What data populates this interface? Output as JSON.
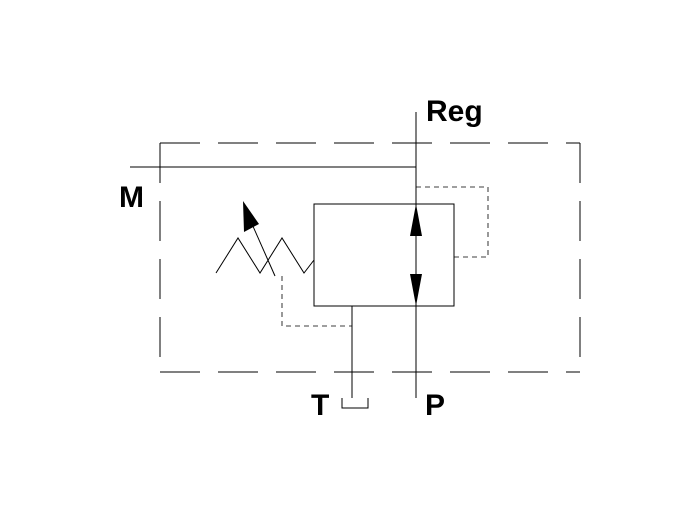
{
  "ports": {
    "reg": "Reg",
    "m": "M",
    "t": "T",
    "p": "P"
  },
  "colors": {
    "line": "#000000",
    "background": "#ffffff"
  }
}
